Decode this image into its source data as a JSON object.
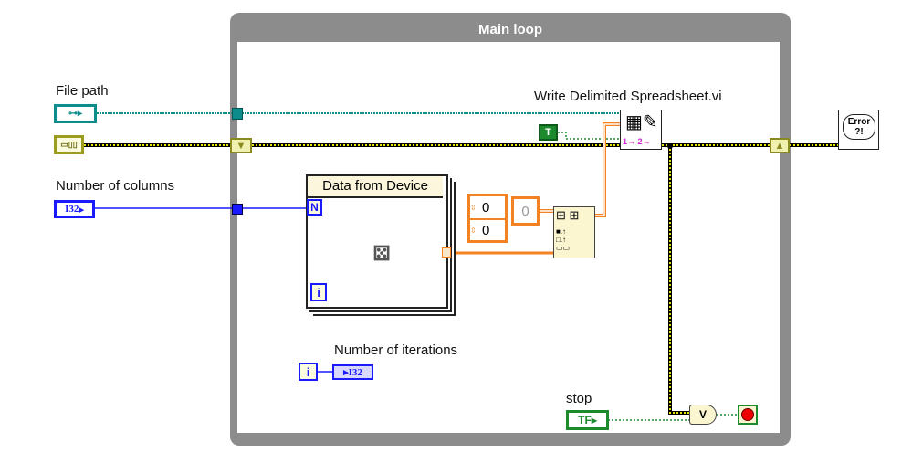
{
  "main_loop": {
    "title": "Main loop"
  },
  "controls": {
    "file_path": {
      "label": "File path"
    },
    "number_of_columns": {
      "label": "Number of columns",
      "type": "I32"
    },
    "stop": {
      "label": "stop",
      "type": "TF"
    }
  },
  "subvi": {
    "label": "Write Delimited Spreadsheet.vi",
    "icon_text": "1→ 2→"
  },
  "constants": {
    "true_const": "T",
    "array_index_1": "0",
    "array_index_2": "0",
    "array_element": "0"
  },
  "for_loop": {
    "label": "Data from Device",
    "count_terminal": "N",
    "iteration_terminal": "i"
  },
  "indicators": {
    "number_of_iterations": {
      "label": "Number of iterations",
      "type": "I32"
    },
    "iteration_terminal": "i"
  },
  "or_gate": "V",
  "error_out": {
    "text": "Error ?!"
  },
  "colors": {
    "path": "#0d8c8c",
    "error": "#9c9c1e",
    "i32": "#1a1aff",
    "boolean": "#1e8a2e",
    "double": "#f58220",
    "loop": "#8c8c8c"
  }
}
